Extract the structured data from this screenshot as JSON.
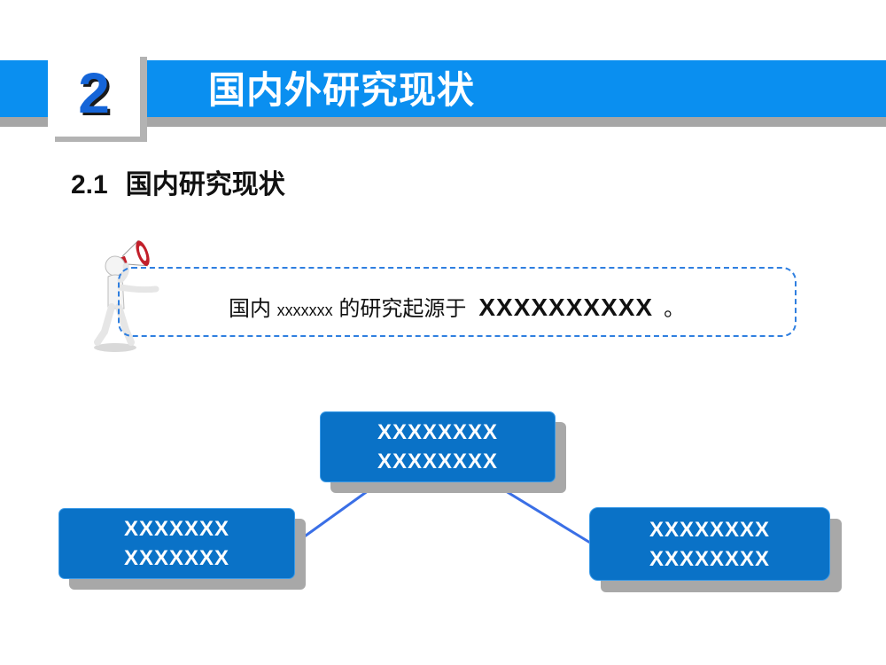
{
  "header": {
    "section_number": "2",
    "section_title": "国内外研究现状"
  },
  "subsection": {
    "number": "2.1",
    "title": "国内研究现状"
  },
  "callout": {
    "prefix": "国内",
    "placeholder_small": "xxxxxxx",
    "middle": "的研究起源于",
    "placeholder_big": "XXXXXXXXXX",
    "suffix": "。"
  },
  "diagram": {
    "top_box": {
      "line1": "XXXXXXXX",
      "line2": "XXXXXXXX"
    },
    "left_box": {
      "line1": "XXXXXXX",
      "line2": "XXXXXXX"
    },
    "right_box": {
      "line1": "XXXXXXXX",
      "line2": "XXXXXXXX"
    }
  },
  "colors": {
    "band_blue": "#0a8ff0",
    "box_blue": "#0a72c7",
    "number_blue": "#1565d8",
    "dashed_border": "#2f7fe0",
    "connector": "#3a6fe6"
  },
  "icons": {
    "speaker_figure": "person-with-megaphone-icon"
  }
}
